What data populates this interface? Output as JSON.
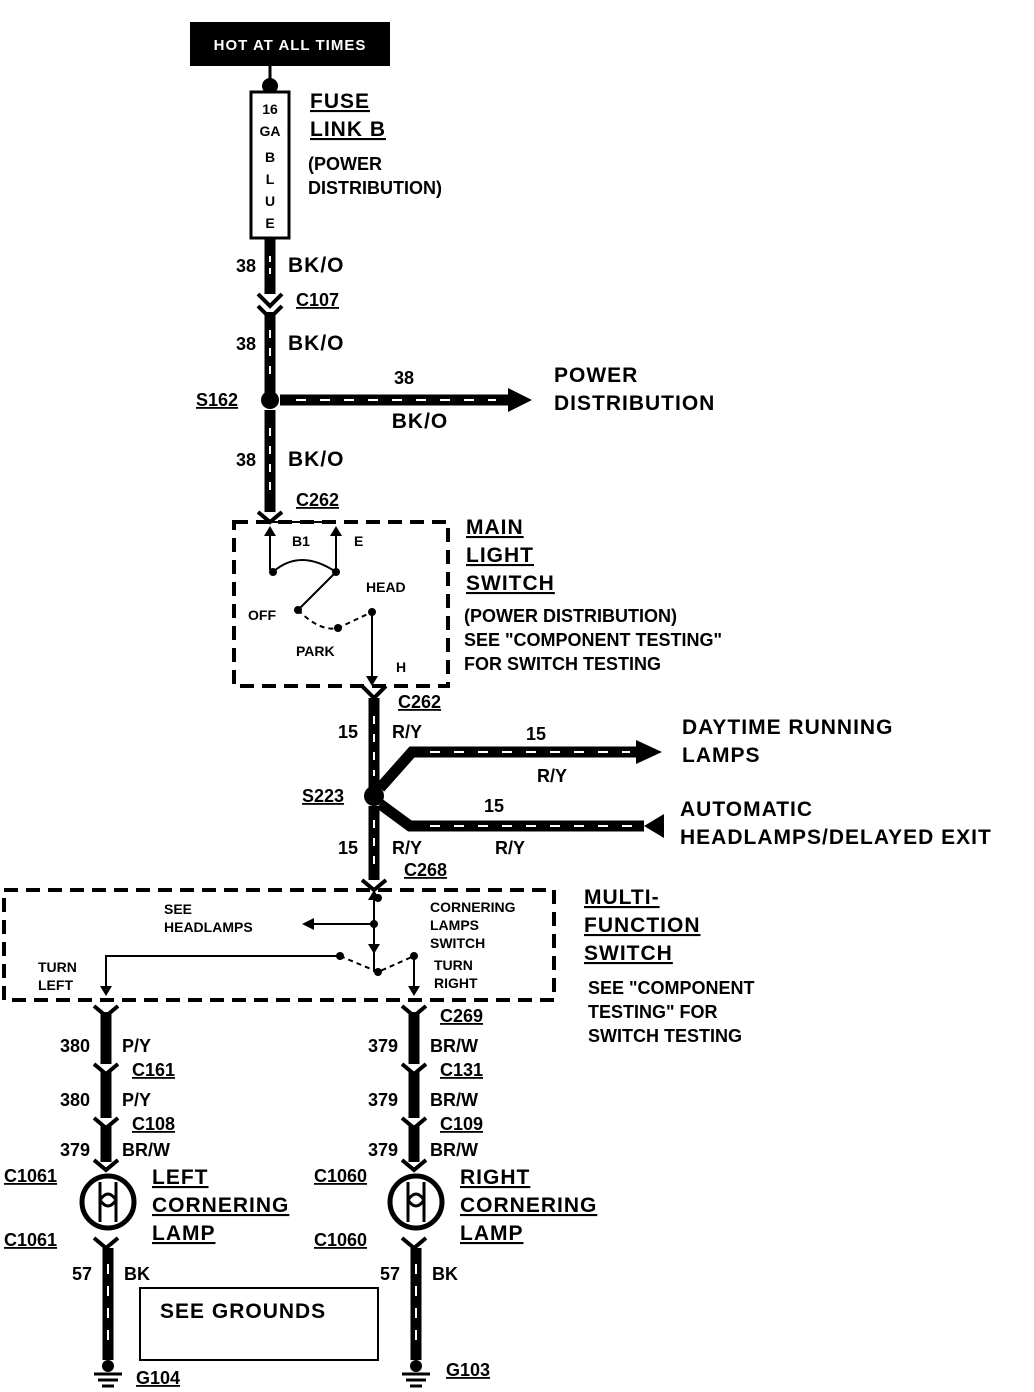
{
  "header": {
    "hot_label": "HOT AT ALL TIMES"
  },
  "fuse": {
    "gauge": [
      "16",
      "GA"
    ],
    "color_letters": [
      "B",
      "L",
      "U",
      "E"
    ],
    "name": [
      "FUSE",
      "LINK B"
    ],
    "ref": [
      "(POWER",
      "DISTRIBUTION)"
    ]
  },
  "wire38": {
    "circuit": "38",
    "color": "BK/O"
  },
  "connectors": {
    "c107": "C107",
    "c262": "C262",
    "c268": "C268",
    "c269": "C269",
    "c161": "C161",
    "c131": "C131",
    "c108": "C108",
    "c109": "C109",
    "c1061": "C1061",
    "c1060": "C1060"
  },
  "splices": {
    "s162": "S162",
    "s223": "S223"
  },
  "power_distribution": [
    "POWER",
    "DISTRIBUTION"
  ],
  "main_light_switch": {
    "name": [
      "MAIN",
      "LIGHT",
      "SWITCH"
    ],
    "note": [
      "(POWER DISTRIBUTION)",
      "SEE \"COMPONENT TESTING\"",
      "FOR SWITCH TESTING"
    ],
    "pins": {
      "b1": "B1",
      "e": "E",
      "h": "H"
    },
    "positions": {
      "off": "OFF",
      "park": "PARK",
      "head": "HEAD"
    }
  },
  "wire15": {
    "circuit": "15",
    "color": "R/Y"
  },
  "drl": [
    "DAYTIME RUNNING",
    "LAMPS"
  ],
  "auto_headlamps": [
    "AUTOMATIC",
    "HEADLAMPS/DELAYED EXIT"
  ],
  "multifunction_switch": {
    "name": [
      "MULTI-",
      "FUNCTION",
      "SWITCH"
    ],
    "note": [
      "SEE \"COMPONENT",
      "TESTING\" FOR",
      "SWITCH TESTING"
    ],
    "see_headlamps": [
      "SEE",
      "HEADLAMPS"
    ],
    "cornering_switch": [
      "CORNERING",
      "LAMPS",
      "SWITCH"
    ],
    "turn_left": [
      "TURN",
      "LEFT"
    ],
    "turn_right": [
      "TURN",
      "RIGHT"
    ]
  },
  "left_branch": {
    "w380": {
      "circuit": "380",
      "color": "P/Y"
    },
    "w379": {
      "circuit": "379",
      "color": "BR/W"
    },
    "lamp": [
      "LEFT",
      "CORNERING",
      "LAMP"
    ],
    "ground_wire": {
      "circuit": "57",
      "color": "BK"
    },
    "ground": "G104"
  },
  "right_branch": {
    "w379": {
      "circuit": "379",
      "color": "BR/W"
    },
    "lamp": [
      "RIGHT",
      "CORNERING",
      "LAMP"
    ],
    "ground_wire": {
      "circuit": "57",
      "color": "BK"
    },
    "ground": "G103"
  },
  "see_grounds": "SEE GROUNDS"
}
